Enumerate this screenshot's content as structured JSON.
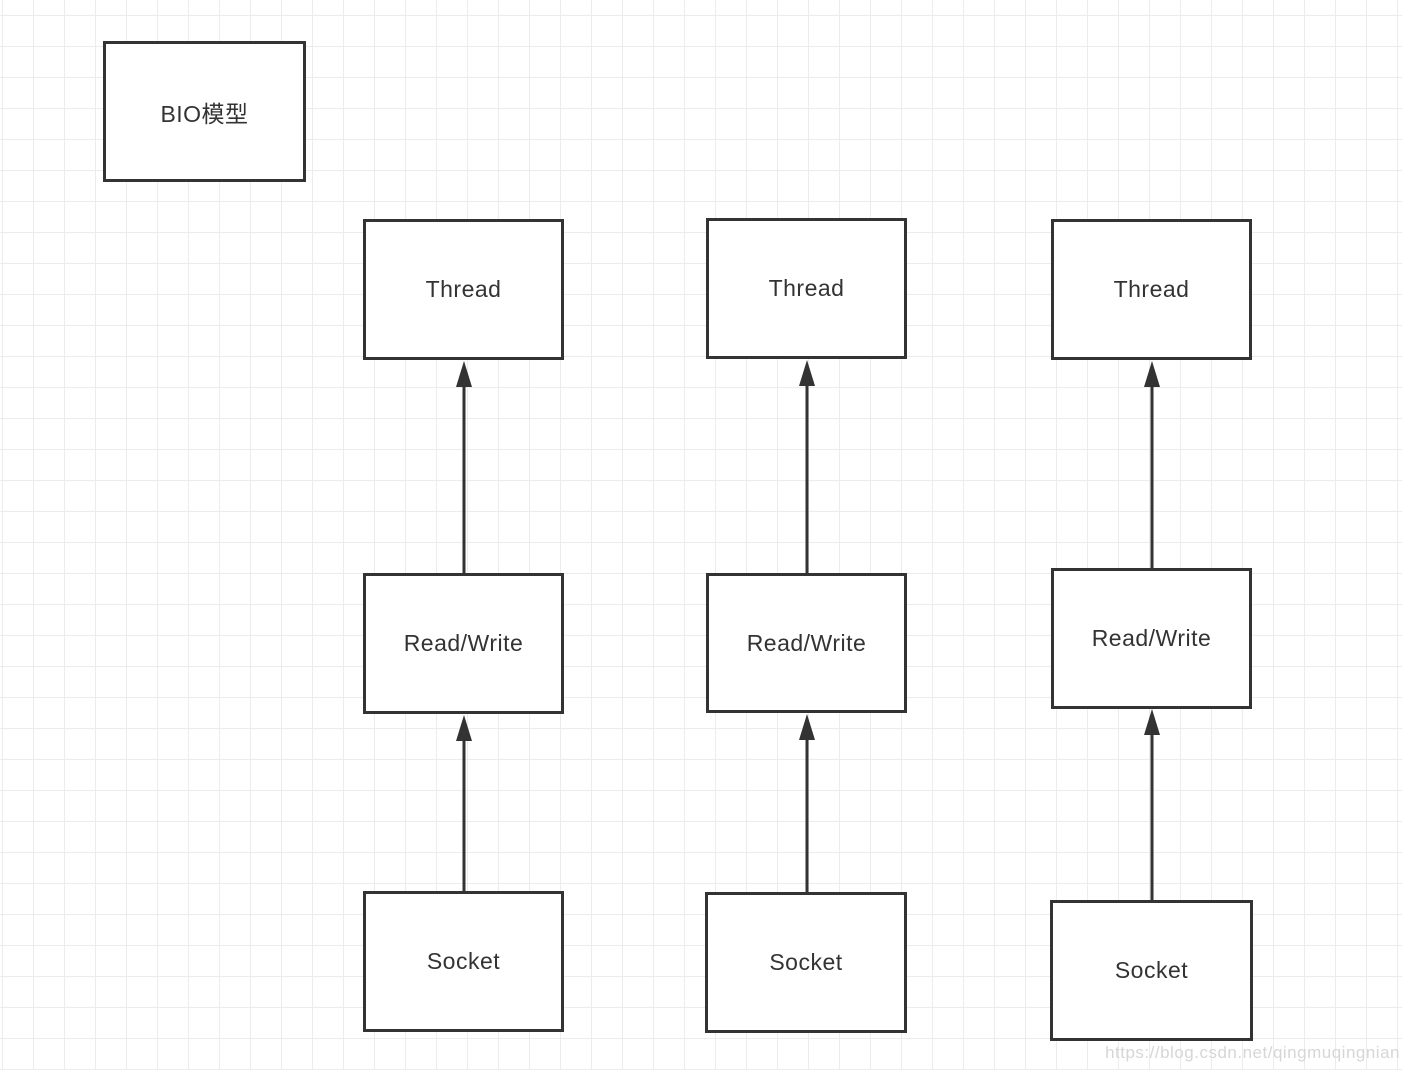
{
  "diagram": {
    "title_box": {
      "label": "BIO模型"
    },
    "columns": [
      {
        "nodes": [
          {
            "id": "thread-1",
            "label": "Thread"
          },
          {
            "id": "readwrite-1",
            "label": "Read/Write"
          },
          {
            "id": "socket-1",
            "label": "Socket"
          }
        ]
      },
      {
        "nodes": [
          {
            "id": "thread-2",
            "label": "Thread"
          },
          {
            "id": "readwrite-2",
            "label": "Read/Write"
          },
          {
            "id": "socket-2",
            "label": "Socket"
          }
        ]
      },
      {
        "nodes": [
          {
            "id": "thread-3",
            "label": "Thread"
          },
          {
            "id": "readwrite-3",
            "label": "Read/Write"
          },
          {
            "id": "socket-3",
            "label": "Socket"
          }
        ]
      }
    ],
    "edges": [
      {
        "from": "socket-1",
        "to": "readwrite-1",
        "direction": "up",
        "arrowhead": "filled-triangle"
      },
      {
        "from": "readwrite-1",
        "to": "thread-1",
        "direction": "up",
        "arrowhead": "filled-triangle"
      },
      {
        "from": "socket-2",
        "to": "readwrite-2",
        "direction": "up",
        "arrowhead": "filled-triangle"
      },
      {
        "from": "readwrite-2",
        "to": "thread-2",
        "direction": "up",
        "arrowhead": "filled-triangle"
      },
      {
        "from": "socket-3",
        "to": "readwrite-3",
        "direction": "up",
        "arrowhead": "filled-triangle"
      },
      {
        "from": "readwrite-3",
        "to": "thread-3",
        "direction": "up",
        "arrowhead": "filled-triangle"
      }
    ]
  },
  "watermark": {
    "text": "https://blog.csdn.net/qingmuqingnian"
  },
  "colors": {
    "box_border": "#333333",
    "box_fill": "#ffffff",
    "text": "#333333",
    "arrow": "#333333",
    "grid_line": "#ececec",
    "background": "#ffffff",
    "watermark": "#d6d6d6"
  }
}
